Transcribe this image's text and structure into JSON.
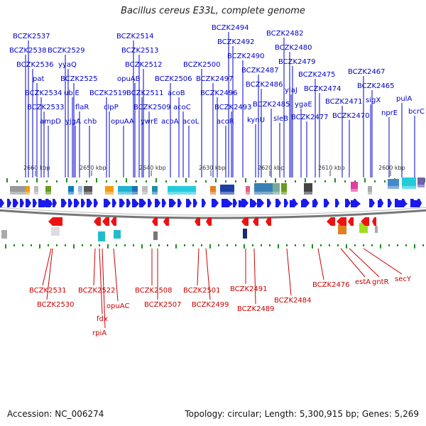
{
  "title": "Bacillus cereus E33L, complete genome",
  "footer": {
    "accession": "Accession: NC_006274",
    "summary": "Topology: circular; Length: 5,300,915 bp; Genes: 5,269"
  },
  "colors": {
    "forward_label": "#0000cc",
    "reverse_label": "#cc0000",
    "forward_gene": "#1a1aee",
    "reverse_gene": "#ee1111",
    "backbone": "#777777",
    "tick": "#228b22"
  },
  "scale_ticks": [
    "2660 kbp",
    "2650 kbp",
    "2640 kbp",
    "2630 kbp",
    "2620 kbp",
    "2610 kbp",
    "2600 kbp"
  ],
  "forward_labels": [
    "BCZK2537",
    "BCZK2538",
    "BCZK2536",
    "pat",
    "BCZK2534",
    "BCZK2533",
    "ampD",
    "BCZK2529",
    "yyaQ",
    "BCZK2525",
    "ubiE",
    "yjgA",
    "flaR",
    "chb",
    "BCZK2519",
    "clpP",
    "opuAA",
    "BCZK2514",
    "BCZK2513",
    "BCZK2512",
    "opuAB",
    "BCZK2511",
    "BCZK2509",
    "ywrE",
    "BCZK2506",
    "acoB",
    "acoC",
    "acoA",
    "acoL",
    "BCZK2494",
    "BCZK2492",
    "BCZK2490",
    "BCZK2500",
    "BCZK2497",
    "BCZK2496",
    "BCZK2493",
    "acoR",
    "BCZK2487",
    "BCZK2486",
    "BCZK2485",
    "kynU",
    "BCZK2482",
    "BCZK2480",
    "BCZK2479",
    "ylaJ",
    "sleB",
    "ygaE",
    "BCZK2477",
    "BCZK2475",
    "BCZK2474",
    "BCZK2471",
    "BCZK2470",
    "BCZK2467",
    "BCZK2465",
    "sigX",
    "nprE",
    "pulA",
    "bcrC"
  ],
  "reverse_labels": [
    "BCZK2531",
    "BCZK2530",
    "BCZK2522",
    "fdx",
    "rpiA",
    "opuAC",
    "BCZK2508",
    "BCZK2507",
    "BCZK2501",
    "BCZK2499",
    "BCZK2491",
    "BCZK2489",
    "BCZK2484",
    "BCZK2476",
    "estA",
    "gntR",
    "secY"
  ]
}
